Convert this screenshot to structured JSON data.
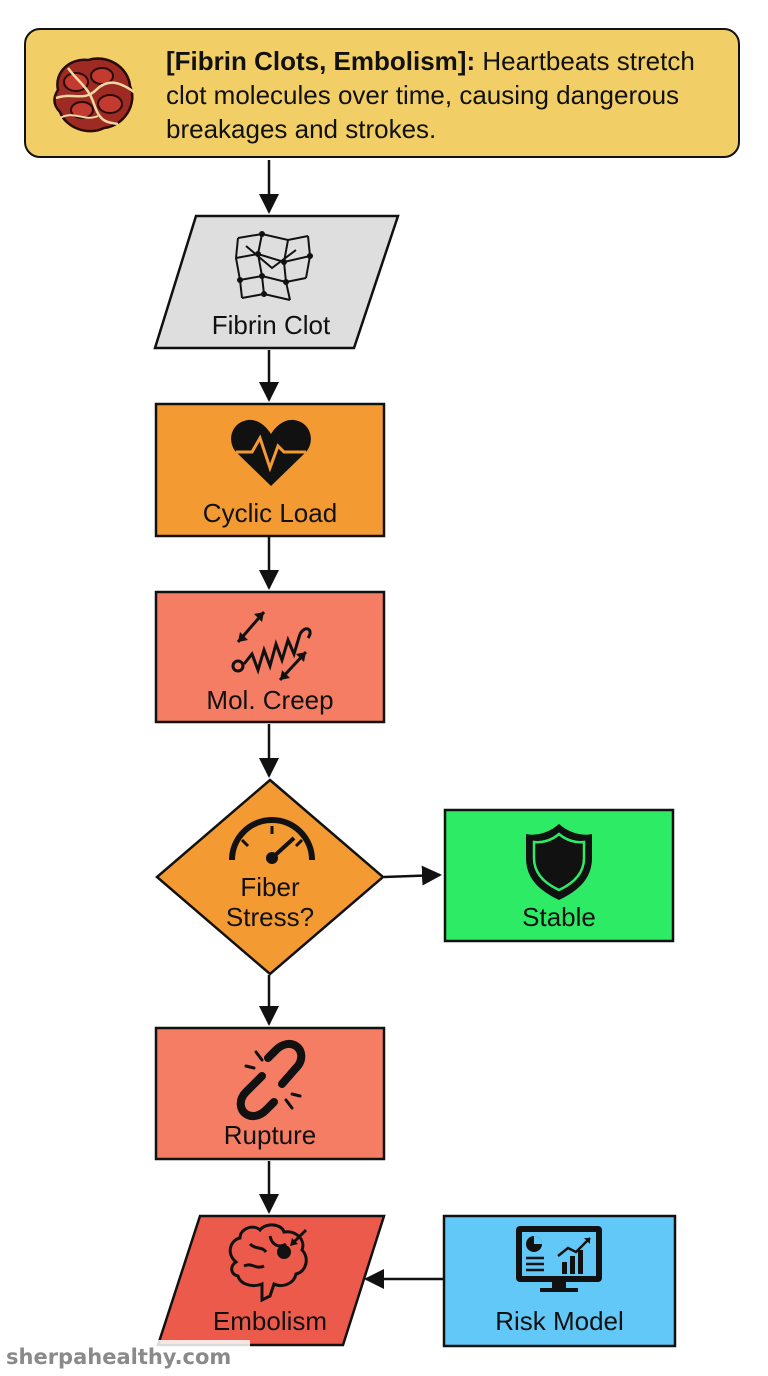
{
  "header": {
    "title": "[Fibrin Clots, Embolism]:",
    "text": "Heartbeats stretch clot molecules over time, causing dangerous breakages and strokes.",
    "icon": "blood-clot-icon"
  },
  "nodes": {
    "fibrin_clot": {
      "label": "Fibrin Clot",
      "icon": "fibrin-mesh-icon",
      "color": "#dedede"
    },
    "cyclic_load": {
      "label": "Cyclic Load",
      "icon": "heartbeat-icon",
      "color": "#f39a33"
    },
    "mol_creep": {
      "label": "Mol. Creep",
      "icon": "spring-icon",
      "color": "#f47d64"
    },
    "fiber_stress": {
      "label_line1": "Fiber",
      "label_line2": "Stress?",
      "icon": "gauge-icon",
      "color": "#f39a33"
    },
    "stable": {
      "label": "Stable",
      "icon": "shield-icon",
      "color": "#2eeb66"
    },
    "rupture": {
      "label": "Rupture",
      "icon": "broken-link-icon",
      "color": "#f47d64"
    },
    "embolism": {
      "label": "Embolism",
      "icon": "brain-icon",
      "color": "#ec5a4b"
    },
    "risk_model": {
      "label": "Risk Model",
      "icon": "monitor-chart-icon",
      "color": "#62c8f8"
    }
  },
  "watermark": "sherpahealthy.com"
}
